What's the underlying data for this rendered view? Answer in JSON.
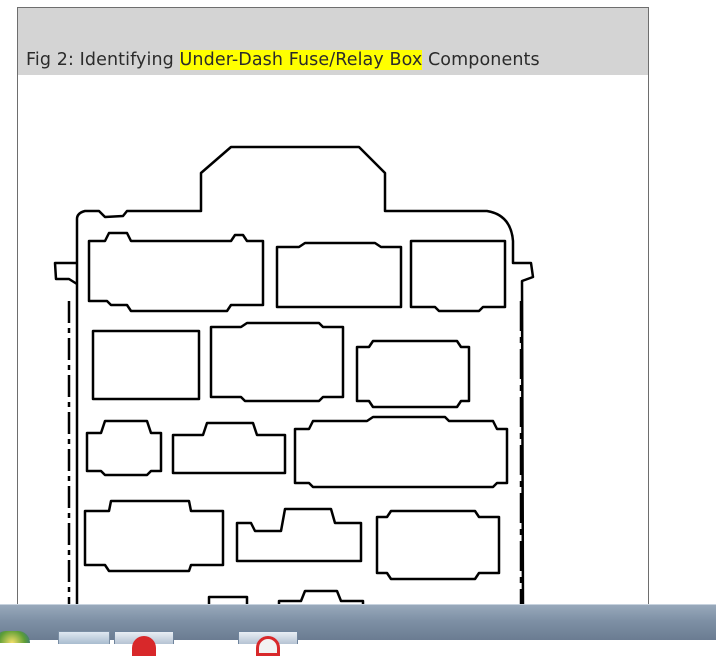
{
  "figure": {
    "caption_prefix": "Fig 2: Identifying ",
    "caption_highlight": "Under-Dash Fuse/Relay Box",
    "caption_suffix": " Components",
    "highlight_color": "#ffff00",
    "caption_bar_color": "#d4d4d4"
  },
  "taskbar": {
    "buttons": [
      {
        "name": "start-orb-icon"
      },
      {
        "name": "explorer-icon"
      },
      {
        "name": "browser-icon"
      },
      {
        "name": "app-icon"
      }
    ]
  }
}
